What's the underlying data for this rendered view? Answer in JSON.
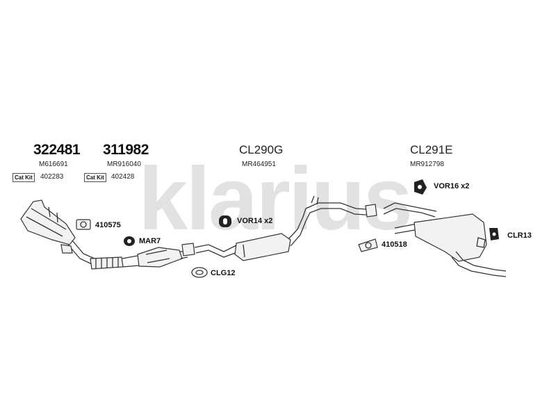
{
  "watermark": "klarius",
  "groups": [
    {
      "number": "322481",
      "ref": "M616691",
      "catkit_label": "Cat Kit",
      "catkit_number": "402283"
    },
    {
      "number": "311982",
      "ref": "MR916040",
      "catkit_label": "Cat Kit",
      "catkit_number": "402428"
    },
    {
      "title": "CL290G",
      "ref": "MR464951"
    },
    {
      "title": "CL291E",
      "ref": "MR912798"
    }
  ],
  "parts": {
    "p410575": "410575",
    "mar7": "MAR7",
    "vor14": "VOR14 x2",
    "clg12": "CLG12",
    "p410518": "410518",
    "vor16": "VOR16 x2",
    "clr13": "CLR13"
  }
}
